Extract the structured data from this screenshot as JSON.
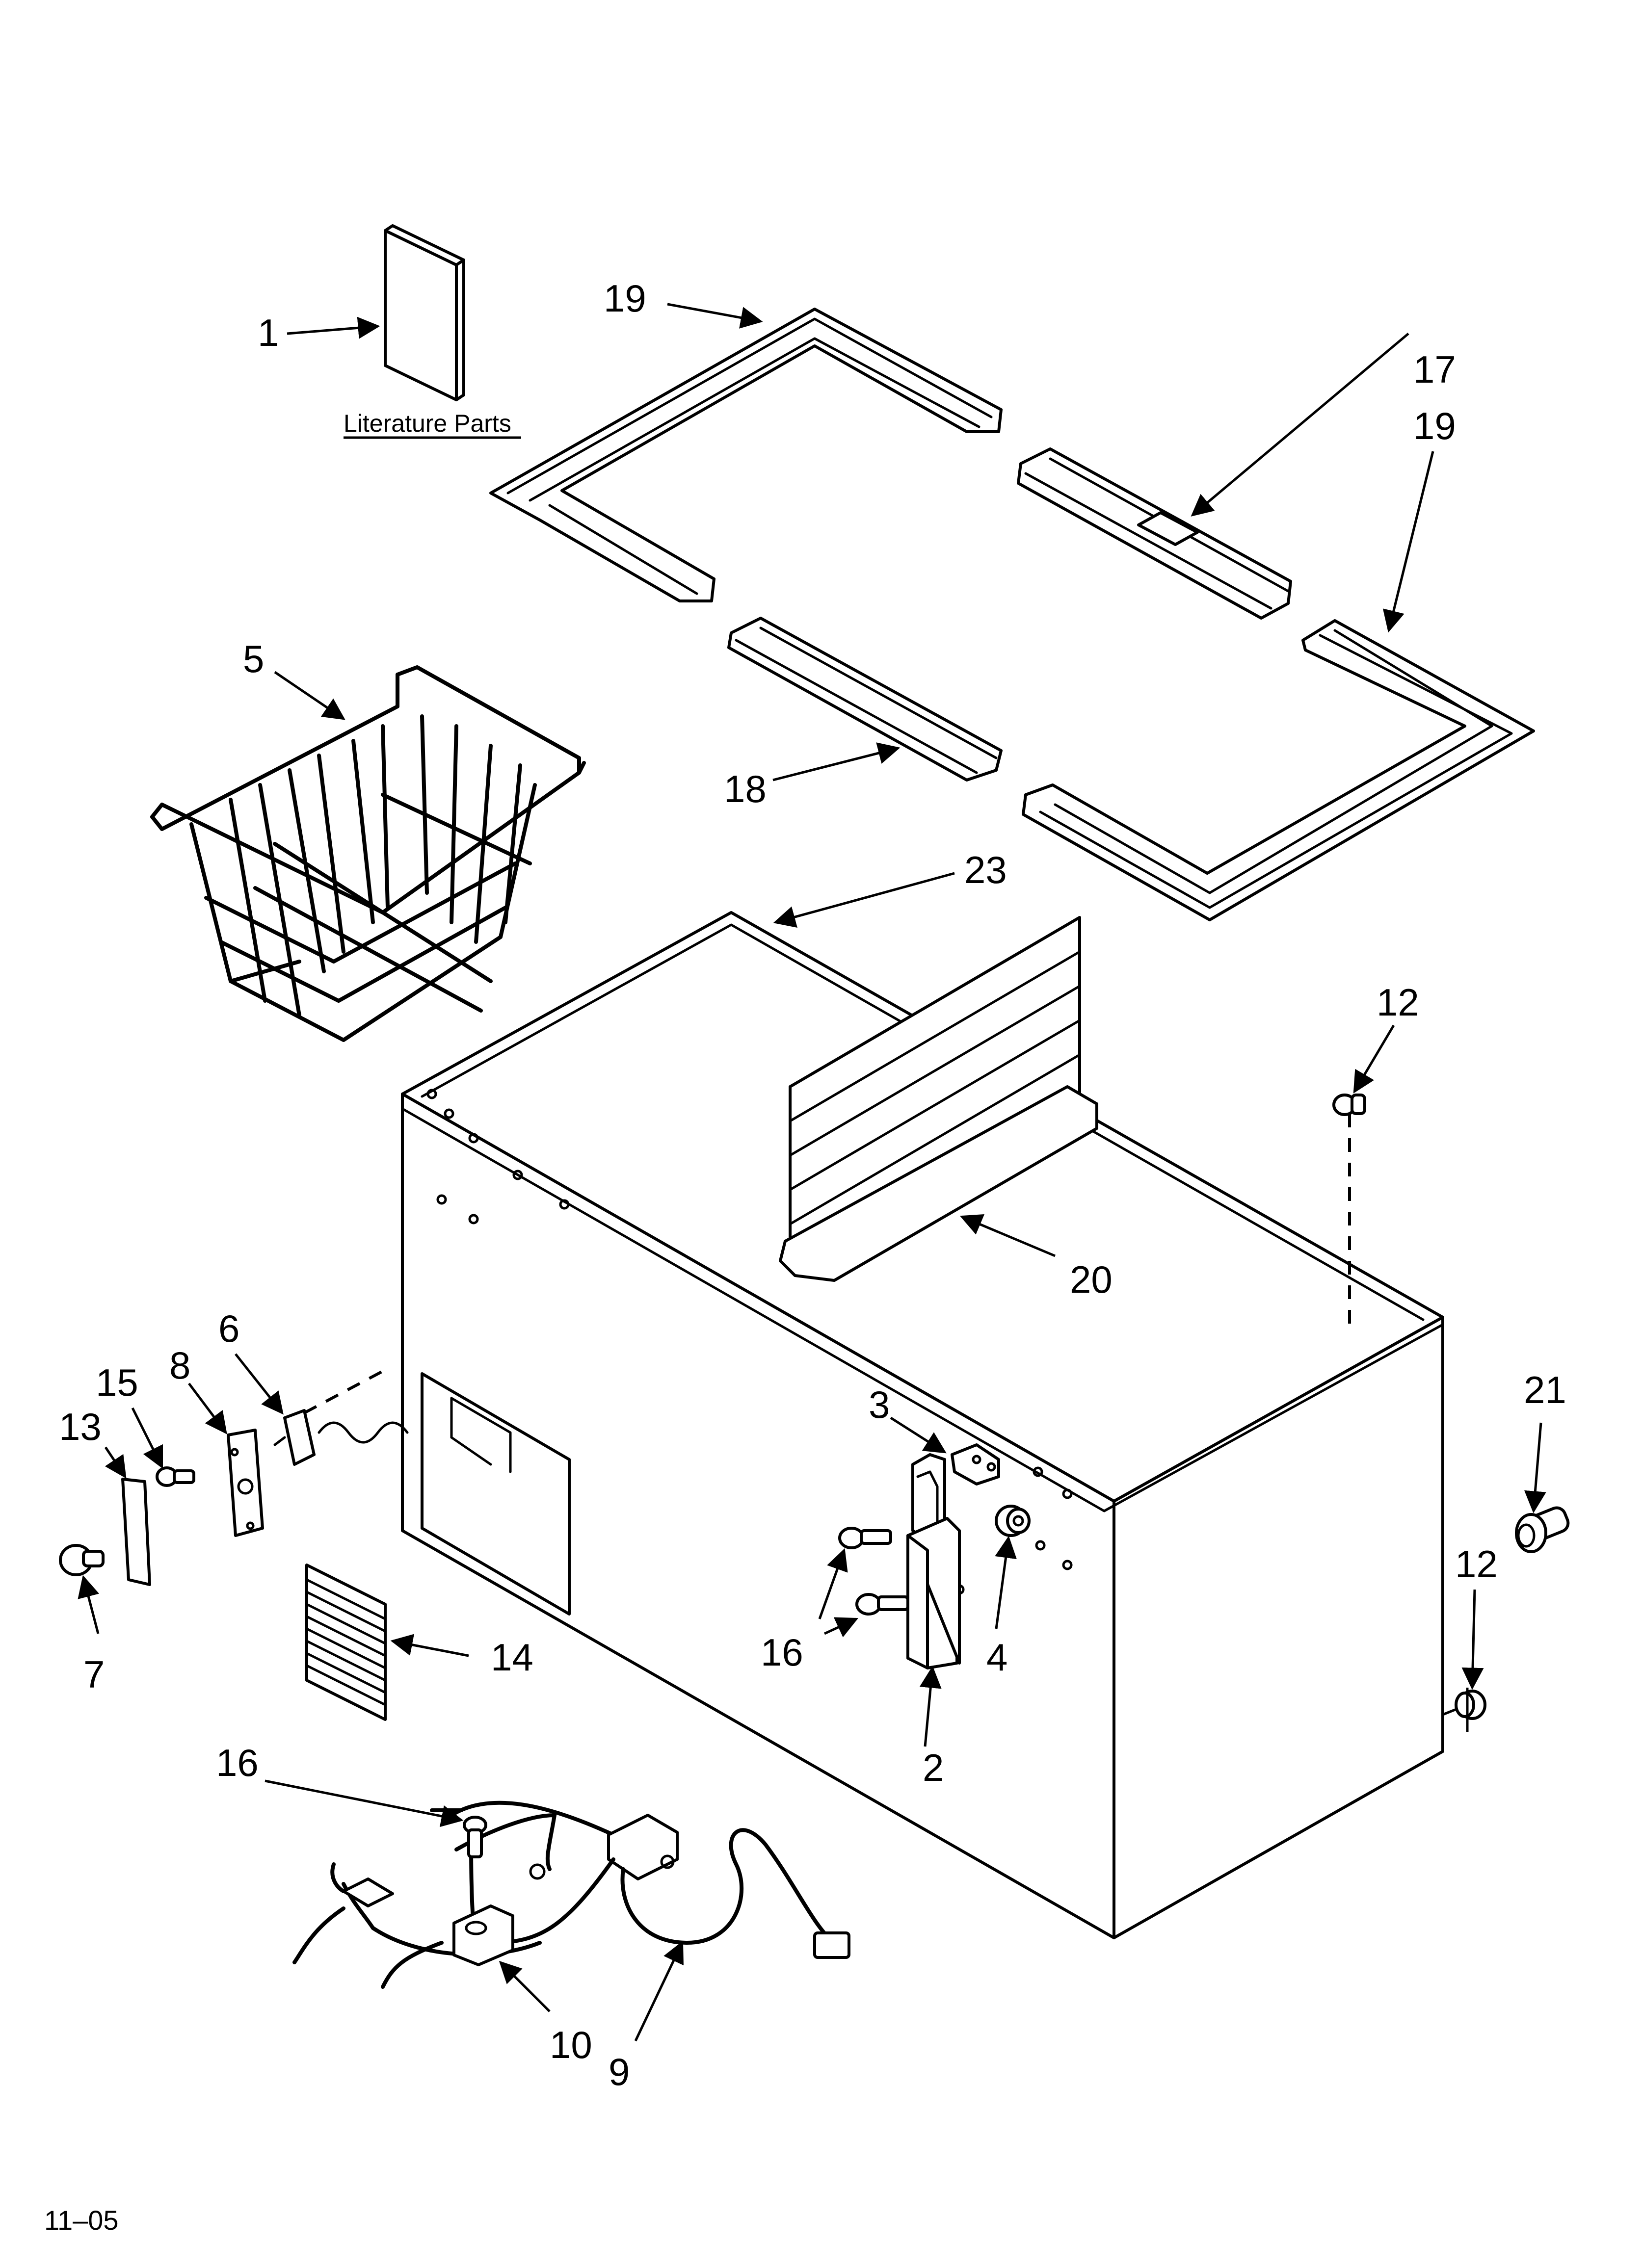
{
  "literature_label": "Literature Parts",
  "footer_code": "11–05",
  "callouts": {
    "c1": "1",
    "c2": "2",
    "c3": "3",
    "c4": "4",
    "c5": "5",
    "c6": "6",
    "c7": "7",
    "c8": "8",
    "c9": "9",
    "c10": "10",
    "c12a": "12",
    "c12b": "12",
    "c13": "13",
    "c14": "14",
    "c15": "15",
    "c16a": "16",
    "c16b": "16",
    "c17": "17",
    "c18": "18",
    "c19a": "19",
    "c19b": "19",
    "c20": "20",
    "c21": "21",
    "c23": "23"
  }
}
